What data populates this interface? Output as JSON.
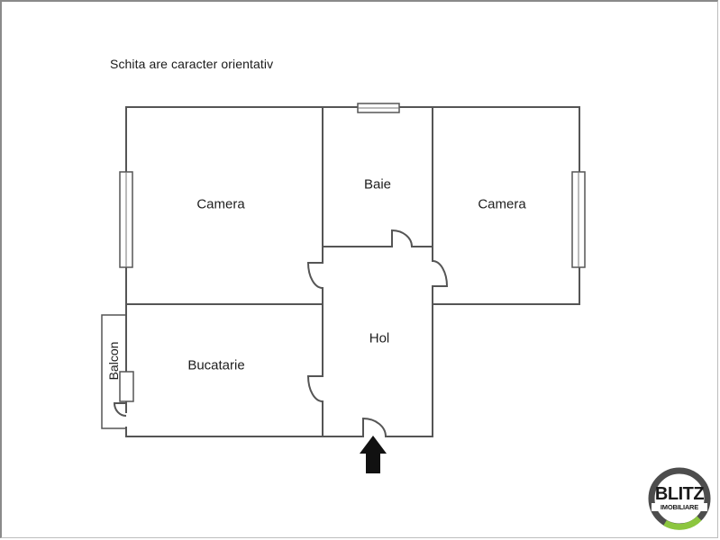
{
  "caption": "Schita are caracter orientativ",
  "rooms": [
    {
      "name": "Camera",
      "position": "top-left"
    },
    {
      "name": "Baie",
      "position": "top-center"
    },
    {
      "name": "Camera",
      "position": "top-right"
    },
    {
      "name": "Hol",
      "position": "center"
    },
    {
      "name": "Bucatarie",
      "position": "bottom-left"
    },
    {
      "name": "Balcon",
      "position": "left-outside"
    }
  ],
  "entrance": {
    "icon": "arrow-up-icon",
    "label": "entrance"
  },
  "logo": {
    "main": "BLITZ",
    "sub": "IMOBILIARE",
    "ring_color": "#555555",
    "accent_color": "#8cc63f"
  },
  "colors": {
    "wall": "#555555",
    "window": "#555555",
    "arrow": "#111111",
    "frame": "#8a8a8a"
  }
}
